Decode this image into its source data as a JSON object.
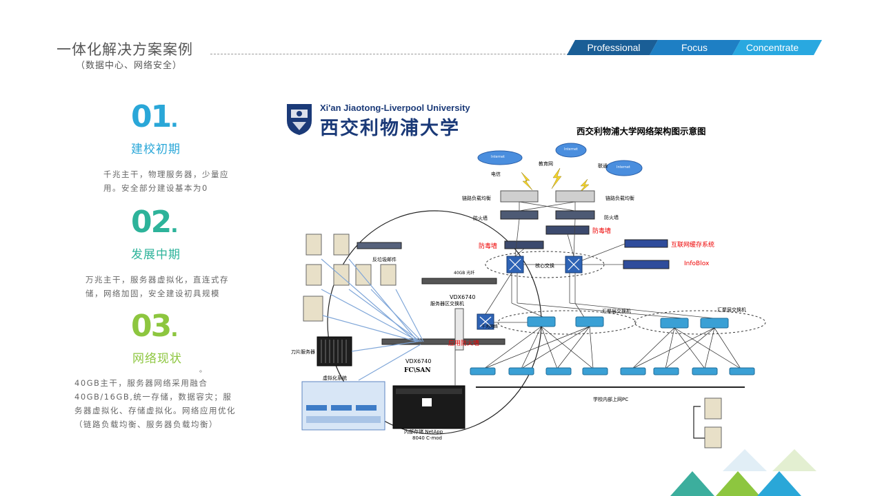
{
  "header": {
    "title": "一体化解决方案案例",
    "subtitle": "（数据中心、网络安全）",
    "tabs": [
      "Professional",
      "Focus",
      "Concentrate"
    ]
  },
  "phases": [
    {
      "number": "01",
      "dot": ".",
      "label": "建校初期",
      "desc": "千兆主干，物理服务器，少量应用。安全部分建设基本为0",
      "color": "#2aa7d8"
    },
    {
      "number": "02",
      "dot": ".",
      "label": "发展中期",
      "desc": "万兆主干，服务器虚拟化，直连式存储，网络加固，安全建设初具规模",
      "color": "#2db39a"
    },
    {
      "number": "03",
      "dot": ".",
      "label": "网络现状",
      "extra": "。",
      "desc": "40GB主干，服务器网络采用融合40GB/16GB,统一存储，数据容灾；服务器虚拟化、存储虚拟化。网络应用优化（链路负载均衡、服务器负载均衡）",
      "color": "#8dc63f"
    }
  ],
  "diagram": {
    "university_en": "Xi'an Jiaotong-Liverpool University",
    "university_cn": "西交利物浦大学",
    "title": "西交利物浦大学网络架构图示意图",
    "isp": [
      "电信",
      "教育网",
      "联通"
    ],
    "cloud_label": "Internet",
    "lb_left": "链路负载均衡",
    "lb_right": "链路负载均衡",
    "fw_left": "防火墙",
    "fw_right": "防火墙",
    "av_top": "防毒墙",
    "av_left": "防毒墙",
    "cache": "互联网缓存系统",
    "infoblox": "InfoBlox",
    "core": "核心交换",
    "spam": "反垃圾邮件",
    "link40g": "40GB 光纤",
    "vdx_top": "VDX6740",
    "server_switch": "服务器区交换机",
    "tenG": "千兆网络",
    "app_fw": "应用防火墙",
    "agg1": "汇聚层交换机",
    "agg2": "汇聚层交换机",
    "blade": "刀片服务器",
    "virt": "虚拟化系统",
    "vdx_bottom": "VDX6740",
    "fcsan": "FC\\SAN",
    "storage": "内部存储 NetApp",
    "storage2": "8040 C-mod",
    "pc_label": "学校内部上网PC"
  },
  "colors": {
    "banner_dark": "#1a5e96",
    "banner_mid": "#1e7fc4",
    "banner_light": "#29a8e0"
  }
}
